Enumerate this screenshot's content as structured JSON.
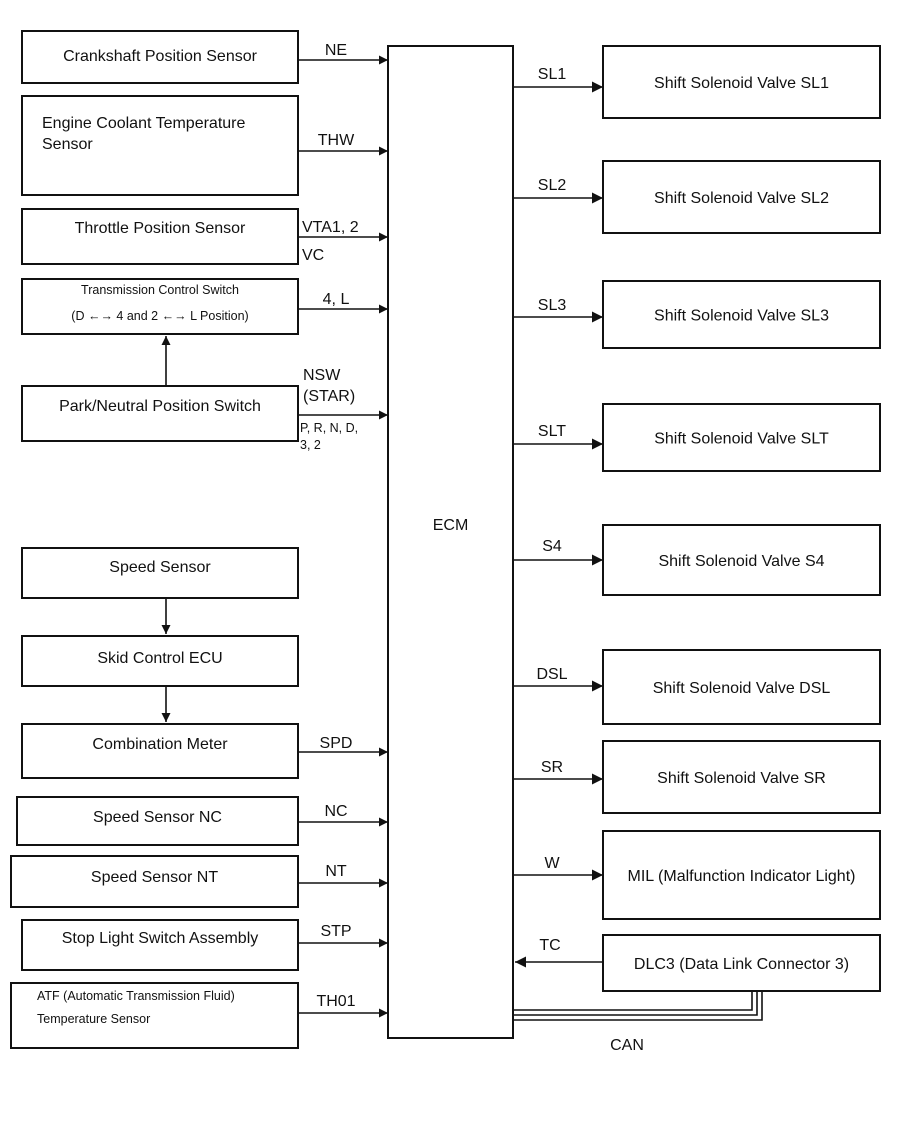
{
  "ecm": {
    "label": "ECM"
  },
  "inputs": [
    {
      "label": [
        "Crankshaft Position Sensor"
      ],
      "signal": [
        "NE"
      ]
    },
    {
      "label": [
        "Engine Coolant Temperature",
        "Sensor"
      ],
      "signal": [
        "THW"
      ]
    },
    {
      "label": [
        "Throttle Position Sensor"
      ],
      "signal": [
        "VTA1, 2",
        "VC"
      ]
    },
    {
      "label": [
        "Transmission Control Switch",
        "(D ←→ 4 and 2 ←→ L Position)"
      ],
      "signal": [
        "4, L"
      ]
    },
    {
      "label": [
        "Park/Neutral Position Switch"
      ],
      "signal": [
        "NSW",
        "(STAR)"
      ],
      "signal_note": [
        "P, R, N, D,",
        "3, 2"
      ]
    },
    {
      "label": [
        "Speed Sensor"
      ],
      "signal": []
    },
    {
      "label": [
        "Skid Control ECU"
      ],
      "signal": []
    },
    {
      "label": [
        "Combination Meter"
      ],
      "signal": [
        "SPD"
      ]
    },
    {
      "label": [
        "Speed Sensor NC"
      ],
      "signal": [
        "NC"
      ]
    },
    {
      "label": [
        "Speed Sensor NT"
      ],
      "signal": [
        "NT"
      ]
    },
    {
      "label": [
        "Stop Light Switch Assembly"
      ],
      "signal": [
        "STP"
      ]
    },
    {
      "label": [
        "ATF (Automatic Transmission Fluid)",
        "Temperature Sensor"
      ],
      "signal": [
        "TH01"
      ]
    }
  ],
  "outputs": [
    {
      "label": "Shift Solenoid Valve SL1",
      "signal": "SL1"
    },
    {
      "label": "Shift Solenoid Valve SL2",
      "signal": "SL2"
    },
    {
      "label": "Shift Solenoid Valve SL3",
      "signal": "SL3"
    },
    {
      "label": "Shift Solenoid Valve SLT",
      "signal": "SLT"
    },
    {
      "label": "Shift Solenoid Valve S4",
      "signal": "S4"
    },
    {
      "label": "Shift Solenoid Valve DSL",
      "signal": "DSL"
    },
    {
      "label": "Shift Solenoid Valve SR",
      "signal": "SR"
    },
    {
      "label": "MIL (Malfunction Indicator Light)",
      "signal": "W"
    },
    {
      "label": "DLC3 (Data Link Connector 3)",
      "signal": "TC"
    }
  ],
  "bus": {
    "label": "CAN"
  }
}
